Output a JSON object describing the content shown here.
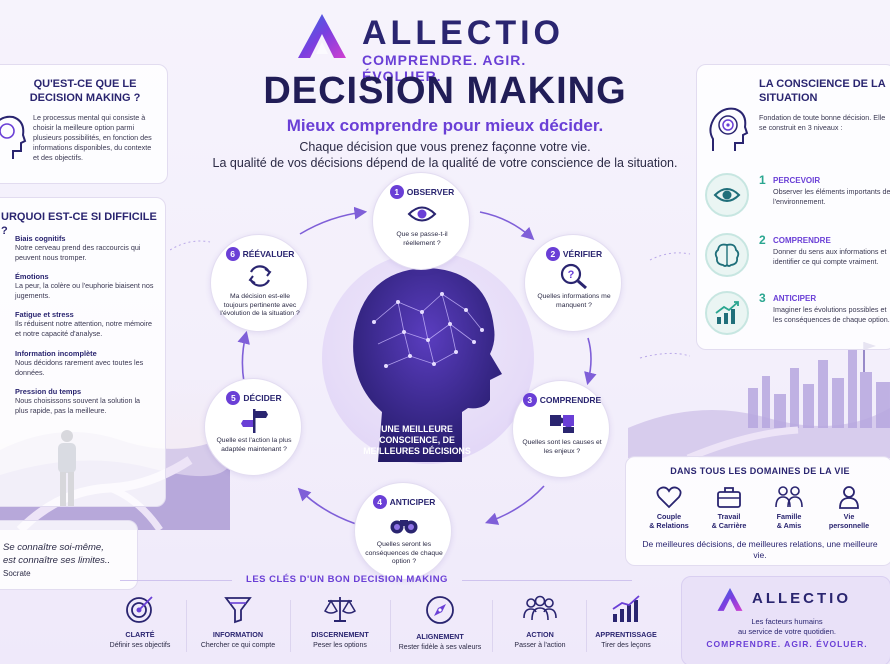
{
  "brand": {
    "name": "ALLECTIO",
    "tagline": "COMPRENDRE. AGIR. ÉVOLUER."
  },
  "header": {
    "title": "DECISION MAKING",
    "subtitle": "Mieux comprendre pour mieux décider.",
    "intro_line1": "Chaque décision que vous prenez façonne votre vie.",
    "intro_line2": "La qualité de vos décisions dépend de la qualité de votre conscience de la situation."
  },
  "what": {
    "title": "QU'EST-CE QUE LE DECISION MAKING ?",
    "text": "Le processus mental qui consiste à choisir la meilleure option parmi plusieurs possibilités, en fonction des informations disponibles, du contexte et des objectifs."
  },
  "why": {
    "title": "URQUOI EST-CE SI DIFFICILE ?",
    "items": [
      {
        "title": "Biais cognitifs",
        "text": "Notre cerveau prend des raccourcis qui peuvent nous tromper."
      },
      {
        "title": "Émotions",
        "text": "La peur, la colère ou l'euphorie biaisent nos jugements."
      },
      {
        "title": "Fatigue et stress",
        "text": "Ils réduisent notre attention, notre mémoire et notre capacité d'analyse."
      },
      {
        "title": "Information incomplète",
        "text": "Nous décidons rarement avec toutes les données."
      },
      {
        "title": "Pression du temps",
        "text": "Nous choisissons souvent la solution la plus rapide, pas la meilleure."
      }
    ]
  },
  "self": {
    "quote_line1": "Se connaître soi-même,",
    "quote_line2": "est connaître ses limites..",
    "author": "Socrate"
  },
  "situation": {
    "title": "LA CONSCIENCE DE LA SITUATION",
    "intro": "Fondation de toute bonne décision. Elle se construit en 3 niveaux :",
    "levels": [
      {
        "num": "1",
        "label": "PERCEVOIR",
        "text": "Observer les éléments importants de l'environnement.",
        "icon": "eye-icon"
      },
      {
        "num": "2",
        "label": "COMPRENDRE",
        "text": "Donner du sens aux informations et identifier ce qui compte vraiment.",
        "icon": "brain-icon"
      },
      {
        "num": "3",
        "label": "ANTICIPER",
        "text": "Imaginer les évolutions possibles et les conséquences de chaque option.",
        "icon": "growth-chart-icon"
      }
    ]
  },
  "cycle": {
    "center": "UNE MEILLEURE CONSCIENCE, DE MEILLEURES DÉCISIONS",
    "steps": [
      {
        "num": "1",
        "label": "OBSERVER",
        "question": "Que se passe-t-il réellement ?",
        "icon": "eye-icon"
      },
      {
        "num": "2",
        "label": "VÉRIFIER",
        "question": "Quelles informations me manquent ?",
        "icon": "magnifier-question-icon"
      },
      {
        "num": "3",
        "label": "COMPRENDRE",
        "question": "Quelles sont les causes et les enjeux ?",
        "icon": "puzzle-icon"
      },
      {
        "num": "4",
        "label": "ANTICIPER",
        "question": "Quelles seront les conséquences de chaque option ?",
        "icon": "binoculars-icon"
      },
      {
        "num": "5",
        "label": "DÉCIDER",
        "question": "Quelle est l'action la plus adaptée maintenant ?",
        "icon": "signpost-icon"
      },
      {
        "num": "6",
        "label": "RÉÉVALUER",
        "question": "Ma décision est-elle toujours pertinente avec l'évolution de la situation ?",
        "icon": "refresh-icon"
      }
    ]
  },
  "domains": {
    "title": "DANS TOUS LES DOMAINES DE LA VIE",
    "items": [
      {
        "line1": "Couple",
        "line2": "& Relations",
        "icon": "heart-icon"
      },
      {
        "line1": "Travail",
        "line2": "& Carrière",
        "icon": "briefcase-icon"
      },
      {
        "line1": "Famille",
        "line2": "& Amis",
        "icon": "family-icon"
      },
      {
        "line1": "Vie",
        "line2": "personnelle",
        "icon": "person-icon"
      }
    ],
    "footer": "De meilleures décisions, de meilleures relations, une meilleure vie."
  },
  "keys": {
    "title": "LES CLÉS D'UN BON DECISION MAKING",
    "items": [
      {
        "title": "CLARTÉ",
        "sub": "Définir ses objectifs",
        "icon": "target-icon"
      },
      {
        "title": "INFORMATION",
        "sub": "Chercher ce qui compte",
        "icon": "funnel-icon"
      },
      {
        "title": "DISCERNEMENT",
        "sub": "Peser les options",
        "icon": "scales-icon"
      },
      {
        "title": "ALIGNEMENT",
        "sub": "Rester fidèle à ses valeurs",
        "icon": "compass-icon"
      },
      {
        "title": "ACTION",
        "sub": "Passer à l'action",
        "icon": "team-icon"
      },
      {
        "title": "APPRENTISSAGE",
        "sub": "Tirer des leçons",
        "icon": "bar-chart-icon"
      }
    ]
  },
  "brand_card": {
    "name": "ALLECTIO",
    "line1": "Les facteurs humains",
    "line2": "au service de votre quotidien.",
    "tagline": "COMPRENDRE. AGIR. ÉVOLUER."
  },
  "colors": {
    "navy": "#211d57",
    "accent": "#6a3fd6",
    "teal": "#2aa690"
  }
}
